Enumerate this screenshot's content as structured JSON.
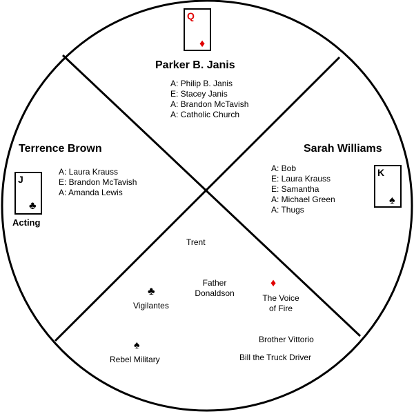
{
  "players": {
    "top": {
      "name": "Parker B. Janis",
      "card": {
        "rank": "Q",
        "suit": "diamond-icon",
        "color": "#e00000"
      },
      "relations": [
        "A: Philip B. Janis",
        "E: Stacey Janis",
        "A: Brandon McTavish",
        "A: Catholic Church"
      ]
    },
    "left": {
      "name": "Terrence Brown",
      "card": {
        "rank": "J",
        "suit": "club-icon",
        "color": "#000000"
      },
      "card_caption": "Acting",
      "relations": [
        "A: Laura Krauss",
        "E: Brandon McTavish",
        "A: Amanda Lewis"
      ]
    },
    "right": {
      "name": "Sarah Williams",
      "card": {
        "rank": "K",
        "suit": "spade-icon",
        "color": "#000000"
      },
      "relations": [
        "A: Bob",
        "E: Laura Krauss",
        "E: Samantha",
        "A: Michael Green",
        "A: Thugs"
      ]
    }
  },
  "bottom": {
    "trent": "Trent",
    "father_line1": "Father",
    "father_line2": "Donaldson",
    "voice_line1": "The Voice",
    "voice_line2": "of Fire",
    "vigilantes": "Vigilantes",
    "rebel_military": "Rebel Military",
    "brother_vittorio": "Brother Vittorio",
    "bill": "Bill the Truck Driver"
  },
  "symbols": {
    "club": "♣",
    "spade": "♠",
    "diamond": "♦"
  },
  "colors": {
    "red": "#e00000",
    "line": "#000000"
  }
}
